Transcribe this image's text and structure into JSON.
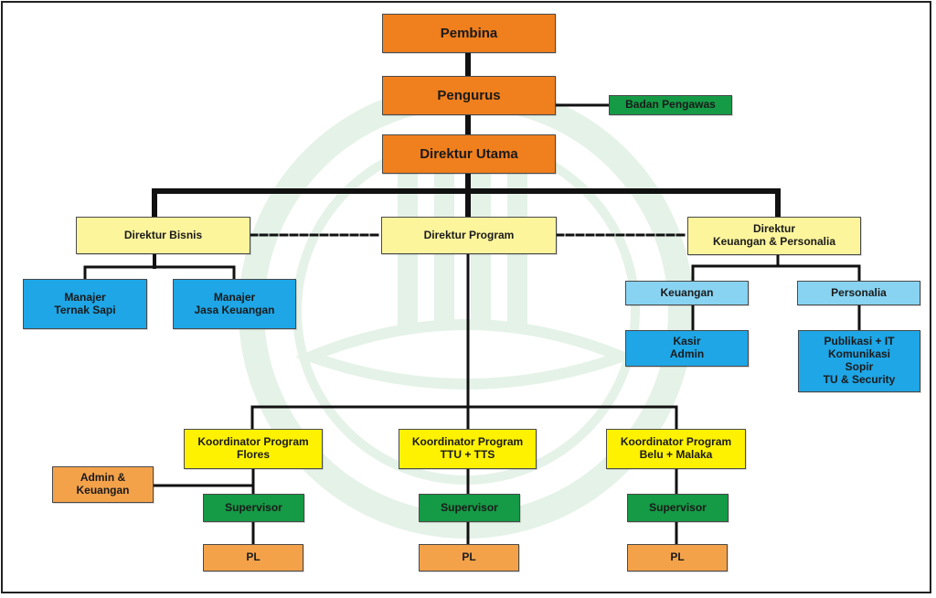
{
  "colors": {
    "orange": "#f07f1e",
    "cream": "#fdf59c",
    "blue": "#1ea6e6",
    "light_blue": "#88d3f2",
    "green": "#159a46",
    "yellow": "#fff200",
    "light_orange": "#f4a24a",
    "watermark": "#2e9a46"
  },
  "watermark_icon": "organization-logo",
  "nodes": {
    "pembina": "Pembina",
    "pengurus": "Pengurus",
    "badan_pengawas": "Badan Pengawas",
    "direktur_utama": "Direktur Utama",
    "direktur_bisnis": "Direktur Bisnis",
    "direktur_program": "Direktur Program",
    "direktur_keuangan": "Direktur\nKeuangan & Personalia",
    "manajer_ternak": "Manajer\nTernak Sapi",
    "manajer_jasa": "Manajer\nJasa Keuangan",
    "keuangan": "Keuangan",
    "personalia": "Personalia",
    "kasir_admin": "Kasir\nAdmin",
    "personalia_staff": "Publikasi + IT\nKomunikasi\nSopir\nTU & Security",
    "koord_flores": "Koordinator Program\nFlores",
    "koord_ttu": "Koordinator Program\nTTU + TTS",
    "koord_belu": "Koordinator Program\nBelu + Malaka",
    "admin_keuangan": "Admin &\nKeuangan",
    "supervisor_flores": "Supervisor",
    "supervisor_ttu": "Supervisor",
    "supervisor_belu": "Supervisor",
    "pl_flores": "PL",
    "pl_ttu": "PL",
    "pl_belu": "PL"
  }
}
